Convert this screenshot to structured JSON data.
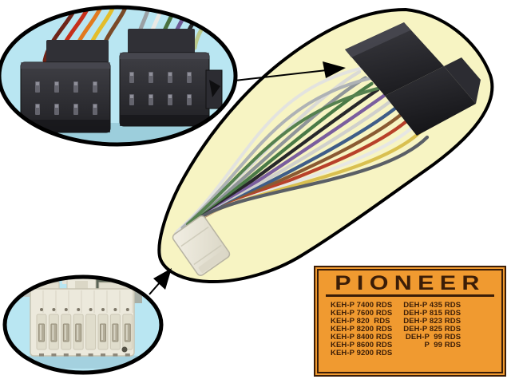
{
  "colors": {
    "background": "#ffffff",
    "callout_fill": "#b9e6f2",
    "callout_stroke": "#000000",
    "main_fill": "#f7f4c3",
    "main_stroke": "#000000",
    "label_bg": "#f09a30",
    "label_border": "#3b1d07",
    "label_text": "#3b1d07",
    "arrow": "#000000"
  },
  "label": {
    "brand": "PIONEER",
    "models_left": [
      "KEH-P 7400 RDS",
      "KEH-P 7600 RDS",
      "KEH-P 820  RDS",
      "KEH-P 8200 RDS",
      "KEH-P 8400 RDS",
      "KEH-P 8600 RDS",
      "KEH-P 9200 RDS"
    ],
    "models_right": [
      "DEH-P 435 RDS",
      "DEH-P 815 RDS",
      "DEH-P 823 RDS",
      "DEH-P 825 RDS",
      "DEH-P  99 RDS",
      "P  99 RDS"
    ]
  },
  "photo": {
    "iso_wire_colors_left": [
      "#6e2418",
      "#c52f1b",
      "#e17a1f",
      "#e3bd2b",
      "#7a4a28"
    ],
    "iso_wire_colors_right": [
      "#9aa0a4",
      "#e9e9e5",
      "#4a7140",
      "#6f5a96",
      "#2a2a2c",
      "#bac98c"
    ],
    "harness_wire_colors": [
      "#dadad6",
      "#8f9598",
      "#4a7a46",
      "#27272a",
      "#7a5e9e",
      "#d0d0cc",
      "#3f5d88",
      "#8a5a32",
      "#b8412a",
      "#e7e7e3",
      "#d9c050",
      "#5a5f66"
    ],
    "harness_stray_colors": [
      "#e3e3df",
      "#aeb2b5",
      "#55814f"
    ]
  }
}
